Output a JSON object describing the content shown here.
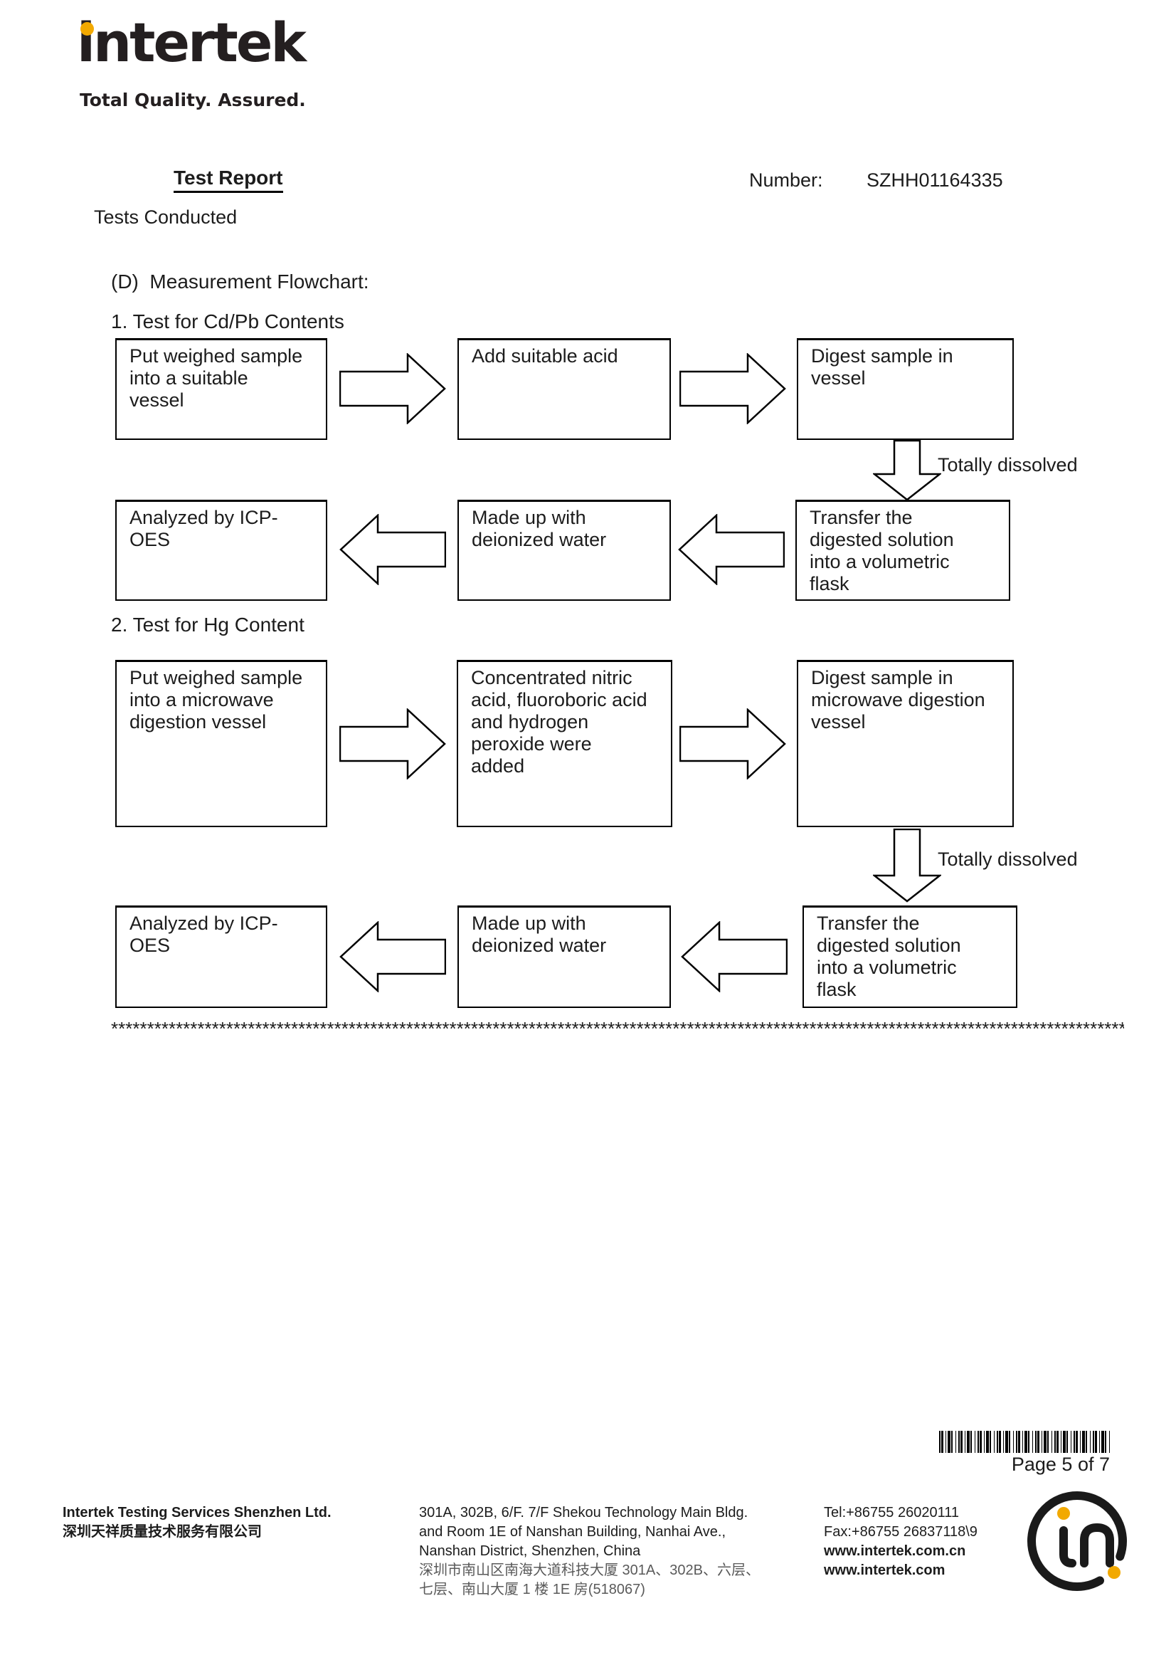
{
  "colors": {
    "accent_yellow": "#f2a900",
    "ink": "#1c1c1c"
  },
  "logo": {
    "brand": "intertek",
    "tagline": "Total Quality. Assured."
  },
  "header": {
    "title": "Test Report",
    "number_label": "Number:",
    "number_value": "SZHH01164335",
    "subtitle": "Tests Conducted"
  },
  "flow": {
    "heading": "(D)  Measurement Flowchart:",
    "down_label": "Totally dissolved",
    "charts": [
      {
        "title": "1. Test for Cd/Pb Contents",
        "row1": [
          "Put weighed sample\ninto a suitable\nvessel",
          "Add suitable acid",
          "Digest sample in\nvessel"
        ],
        "row2": [
          "Analyzed by ICP-\nOES",
          "Made up with\ndeionized water",
          "Transfer the\ndigested solution\ninto a volumetric\nflask"
        ]
      },
      {
        "title": "2. Test for Hg Content",
        "row1": [
          "Put weighed sample\ninto a microwave\ndigestion vessel",
          "Concentrated nitric\nacid, fluoroboric acid\nand hydrogen\nperoxide were\nadded",
          "Digest sample in\nmicrowave digestion\nvessel"
        ],
        "row2": [
          "Analyzed by ICP-\nOES",
          "Made up with\ndeionized water",
          "Transfer the\ndigested solution\ninto a volumetric\nflask"
        ]
      }
    ]
  },
  "separator": "**********************************************************************************************************************************************************",
  "pagination": "Page 5 of 7",
  "footer": {
    "company_en": "Intertek Testing Services Shenzhen Ltd.",
    "company_cn": "深圳天祥质量技术服务有限公司",
    "address": [
      "301A, 302B, 6/F. 7/F Shekou Technology Main Bldg.",
      "and Room 1E of Nanshan Building, Nanhai Ave.,",
      "Nanshan District, Shenzhen, China",
      "深圳市南山区南海大道科技大厦 301A、302B、六层、",
      "七层、南山大厦 1 楼 1E 房(518067)"
    ],
    "contact": {
      "tel": "Tel:+86755 26020111",
      "fax": "Fax:+86755 26837118\\9",
      "web_cn": "www.intertek.com.cn",
      "web": "www.intertek.com"
    }
  },
  "icons": {
    "barcode": "barcode",
    "circle_logo": "intertek-in-circle-logo",
    "right_arrow": "flow-arrow-right",
    "left_arrow": "flow-arrow-left",
    "down_arrow": "flow-arrow-down"
  }
}
